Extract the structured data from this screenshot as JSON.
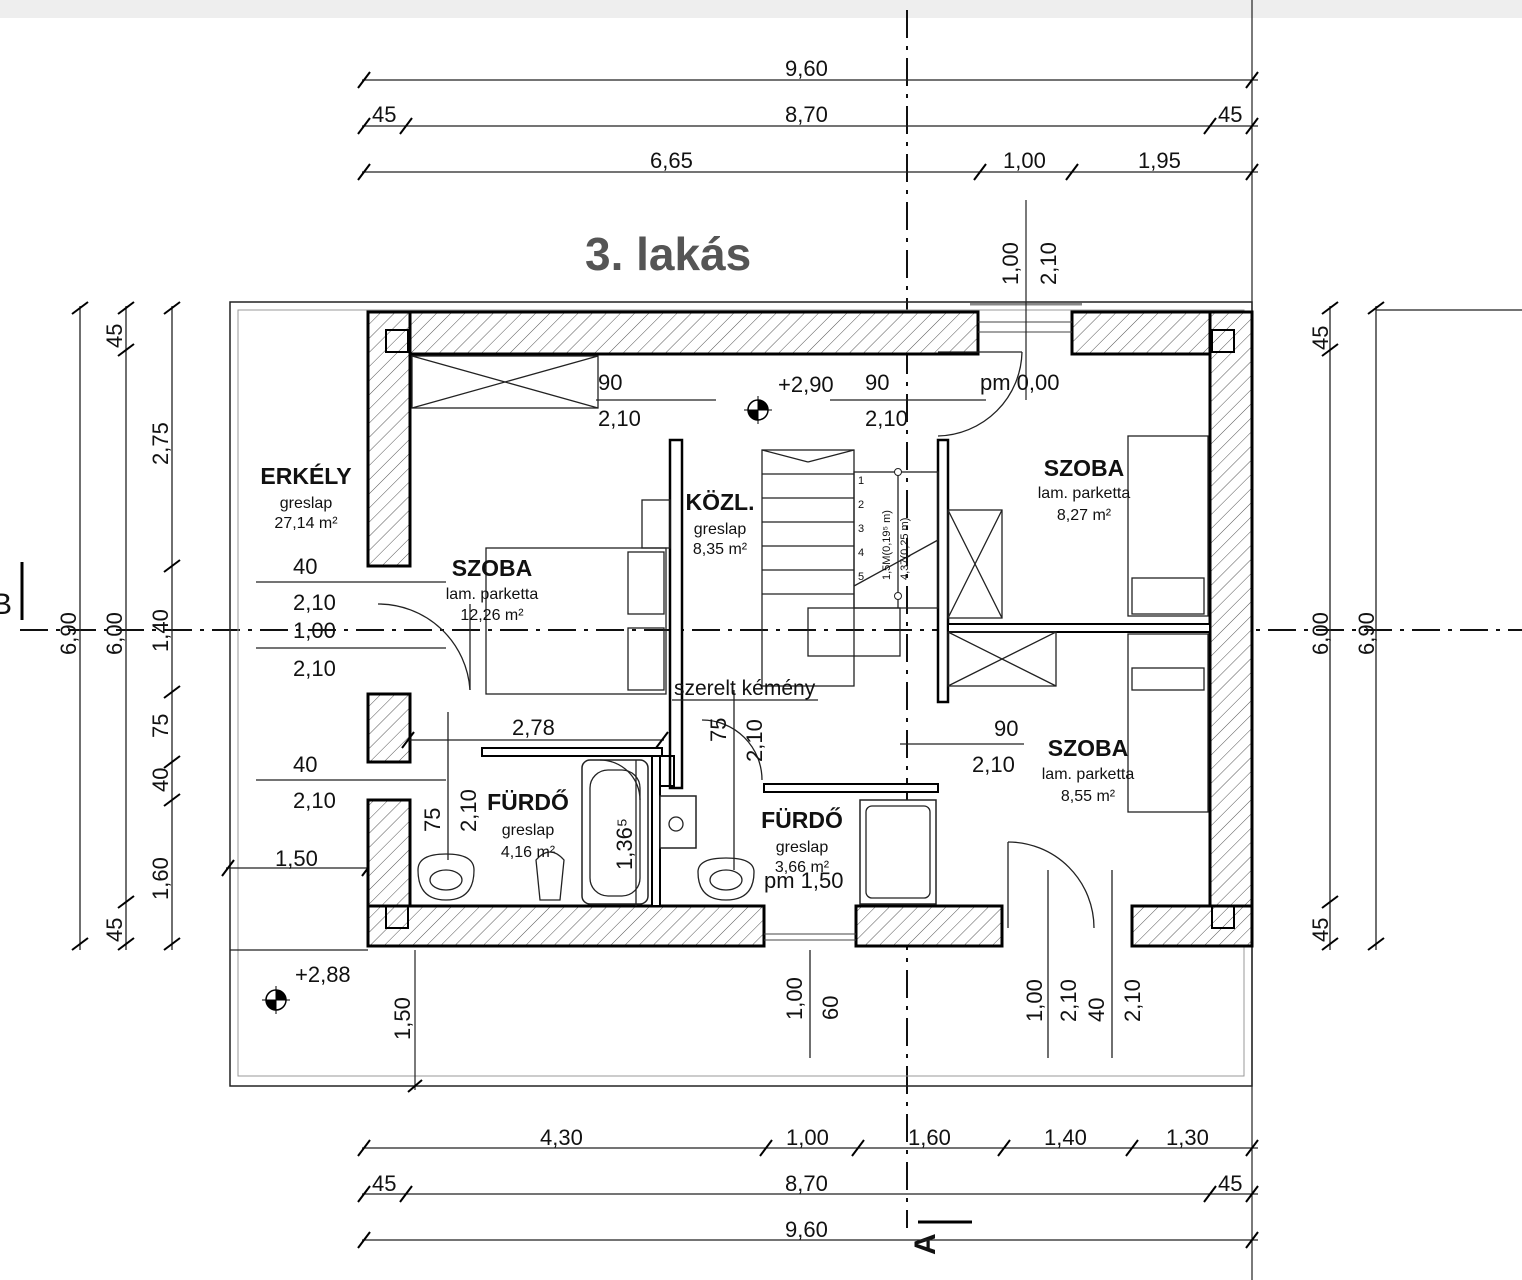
{
  "title": "3. lakás",
  "section_marks": {
    "a": "A",
    "b": "B"
  },
  "rooms": {
    "erkely": {
      "name": "ERKÉLY",
      "finish": "greslap",
      "area": "27,14 m²"
    },
    "szoba_left": {
      "name": "SZOBA",
      "finish": "lam. parketta",
      "area": "12,26 m²"
    },
    "kozl": {
      "name": "KÖZL.",
      "finish": "greslap",
      "area": "8,35 m²"
    },
    "szoba_nw": {
      "name": "SZOBA",
      "finish": "lam. parketta",
      "area": "8,27 m²"
    },
    "szoba_se": {
      "name": "SZOBA",
      "finish": "lam. parketta",
      "area": "8,55 m²"
    },
    "furdo_left": {
      "name": "FÜRDŐ",
      "finish": "greslap",
      "area": "4,16 m²"
    },
    "furdo_mid": {
      "name": "FÜRDŐ",
      "finish": "greslap",
      "area": "3,66 m²"
    }
  },
  "levels": {
    "top": "+2,90",
    "terrace": "+2,88",
    "pm_top": "pm 0,00",
    "pm_bath": "pm 1,50"
  },
  "notes": {
    "chimney": "szerelt kémény"
  },
  "stairs": {
    "steps": [
      "1",
      "2",
      "3",
      "4",
      "5"
    ],
    "label_a": "1,5M(0,19⁵ m)",
    "label_b": "4,37(0,25 m)"
  },
  "dims": {
    "top_row1": [
      "9,60"
    ],
    "top_row2": [
      "45",
      "8,70",
      "45"
    ],
    "top_row3": [
      "6,65",
      "1,00",
      "1,95"
    ],
    "bottom_row1": [
      "4,30",
      "1,00",
      "1,60",
      "1,40",
      "1,30"
    ],
    "bottom_row2": [
      "45",
      "8,70",
      "45"
    ],
    "bottom_row3": [
      "9,60"
    ],
    "left_outer": [
      "6,90"
    ],
    "left_mid": [
      "6,00"
    ],
    "left_inner": [
      "45",
      "2,75",
      "1,40",
      "75",
      "40",
      "1,60",
      "45"
    ],
    "right_inner": [
      "45",
      "6,00",
      "45"
    ],
    "right_outer": [
      "6,90"
    ],
    "window_top": [
      "1,00",
      "2,10"
    ],
    "door_top_left": [
      "90",
      "2,10"
    ],
    "door_top_right": [
      "90",
      "2,10"
    ],
    "erkely_door1": [
      "40",
      "2,10"
    ],
    "erkely_door2": [
      "1,00",
      "2,10"
    ],
    "erkely_door3": [
      "40",
      "2,10"
    ],
    "erkely_width": "1,50",
    "terrace_depth": "1,50",
    "bath_width": "2,78",
    "bath_door_left": [
      "75",
      "2,10"
    ],
    "tub_len": "1,36⁵",
    "bath_door_mid": [
      "75",
      "2,10"
    ],
    "door_se": [
      "90",
      "2,10"
    ],
    "win_bottom_mid": [
      "1,00",
      "60"
    ],
    "win_bottom_right": [
      "1,00",
      "2,10",
      "40",
      "2,10"
    ]
  }
}
